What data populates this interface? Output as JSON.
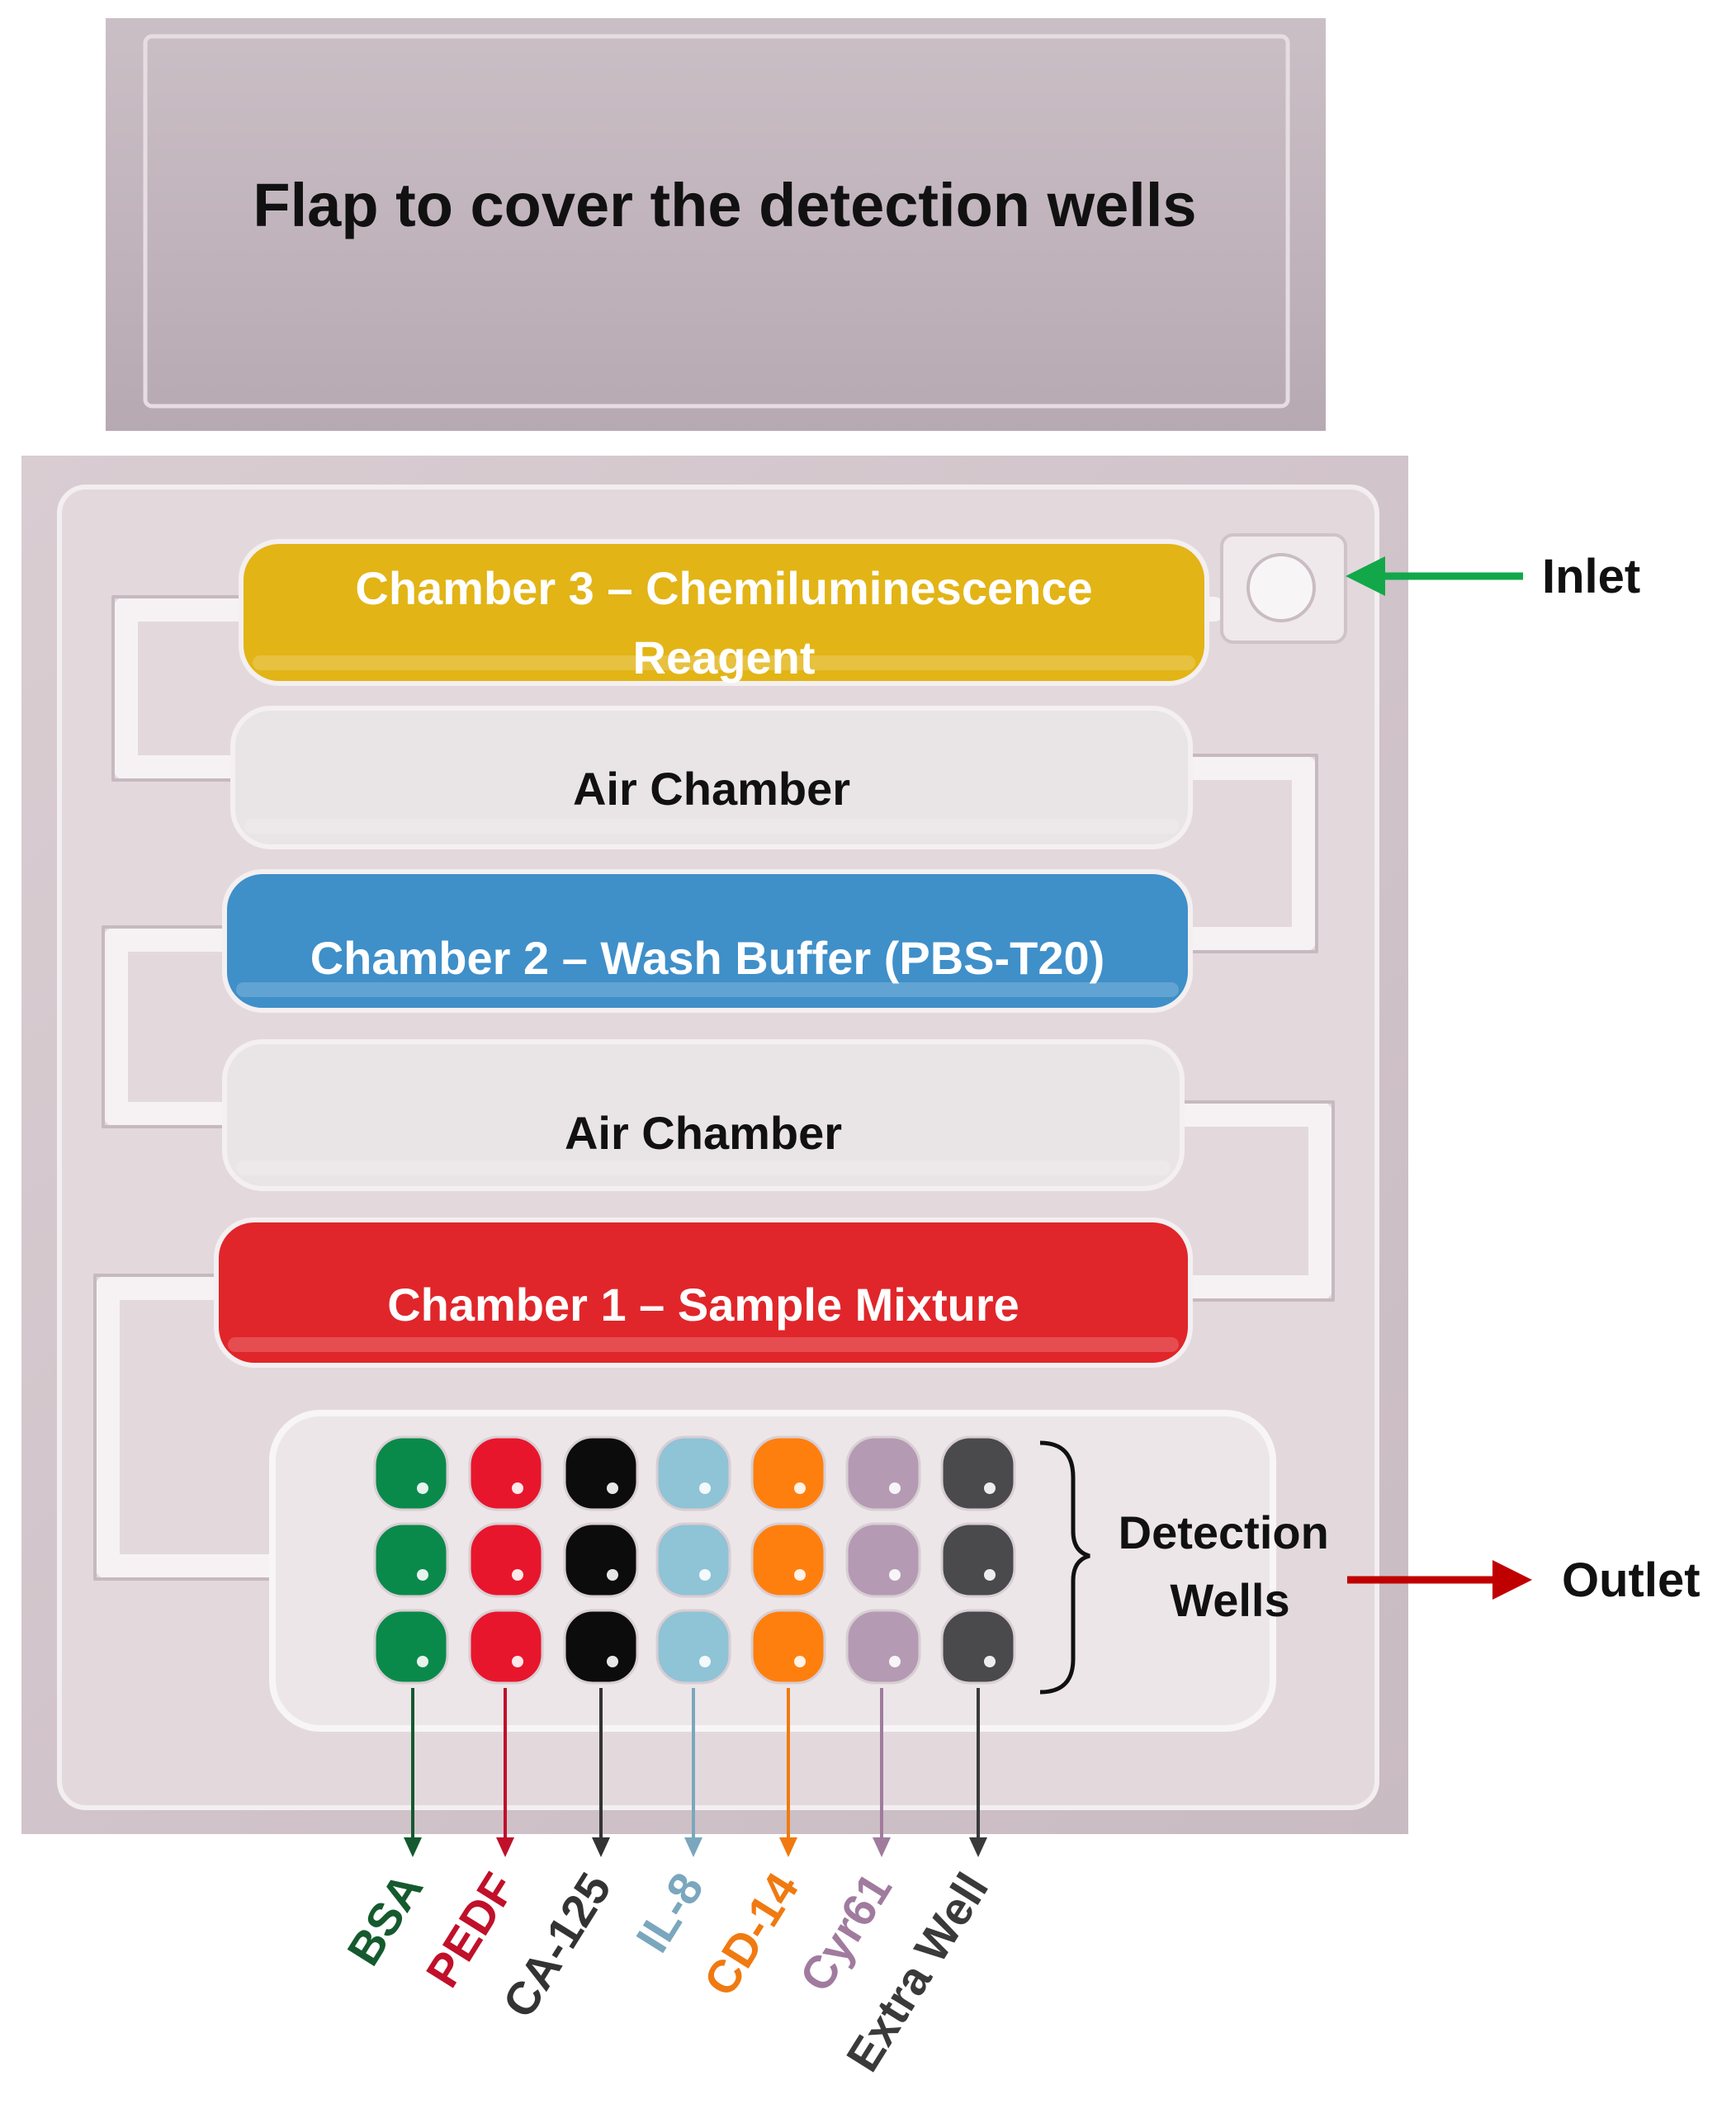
{
  "flap": {
    "label": "Flap to cover the detection wells"
  },
  "chambers": [
    {
      "id": "chamber-3",
      "lines": [
        "Chamber 3 – Chemiluminescence",
        "Reagent"
      ],
      "color": "#e2b416",
      "text_color": "#ffffff"
    },
    {
      "id": "air-chamber-upper",
      "lines": [
        "Air Chamber"
      ],
      "color": "#e9e5e7",
      "text_color": "#111111"
    },
    {
      "id": "chamber-2",
      "lines": [
        "Chamber 2 – Wash Buffer (PBS-T20)"
      ],
      "color": "#3f8fc9",
      "text_color": "#ffffff"
    },
    {
      "id": "air-chamber-lower",
      "lines": [
        "Air Chamber"
      ],
      "color": "#e9e5e7",
      "text_color": "#111111"
    },
    {
      "id": "chamber-1",
      "lines": [
        "Chamber 1 – Sample Mixture"
      ],
      "color": "#e0262a",
      "text_color": "#ffffff"
    }
  ],
  "inlet": {
    "label": "Inlet",
    "arrow_color": "#12a84a"
  },
  "outlet": {
    "label": "Outlet",
    "arrow_color": "#c00000"
  },
  "detection": {
    "lines": [
      "Detection",
      "Wells"
    ]
  },
  "wells": [
    {
      "label": "BSA",
      "color": "#0a8a4a",
      "label_color": "#155a2e"
    },
    {
      "label": "PEDF",
      "color": "#e8162c",
      "label_color": "#c0102a"
    },
    {
      "label": "CA-125",
      "color": "#0c0c0c",
      "label_color": "#333333"
    },
    {
      "label": "IL-8",
      "color": "#8fc3d6",
      "label_color": "#7aa7bd"
    },
    {
      "label": "CD-14",
      "color": "#ff7f0e",
      "label_color": "#f07a10"
    },
    {
      "label": "Cyr61",
      "color": "#b59ab3",
      "label_color": "#a07b9e"
    },
    {
      "label": "Extra Well",
      "color": "#4a4a4c",
      "label_color": "#3a3a3a"
    }
  ]
}
